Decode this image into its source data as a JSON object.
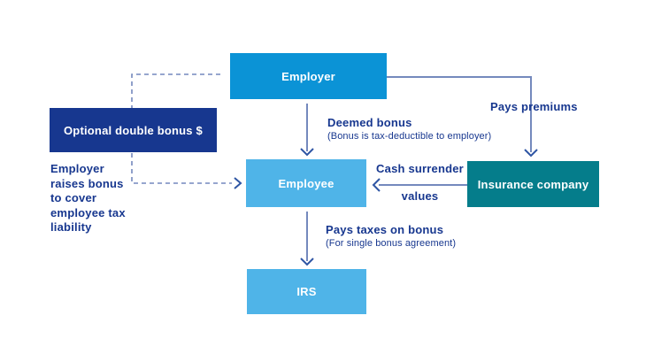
{
  "nodes": {
    "employer": {
      "label": "Employer",
      "color": "#0b93d6"
    },
    "optional": {
      "label": "Optional double bonus $",
      "color": "#17378f"
    },
    "employee": {
      "label": "Employee",
      "color": "#4fb4e8"
    },
    "insurance": {
      "label": "Insurance company",
      "color": "#057d8b"
    },
    "irs": {
      "label": "IRS",
      "color": "#4fb4e8"
    }
  },
  "edges": {
    "deemed_bonus": {
      "label": "Deemed bonus",
      "note": "(Bonus is tax-deductible to employer)"
    },
    "pays_premiums": {
      "label": "Pays premiums"
    },
    "cash_surrender": {
      "label_top": "Cash surrender",
      "label_bottom": "values"
    },
    "pays_taxes": {
      "label": "Pays taxes on bonus",
      "note": "(For single bonus agreement)"
    },
    "raises_bonus": {
      "label": "Employer raises bonus to cover employee tax liability"
    }
  },
  "colors": {
    "connector": "#7489bd",
    "arrowhead": "#2e55a4",
    "label_text": "#17378f",
    "background": "#ffffff"
  }
}
